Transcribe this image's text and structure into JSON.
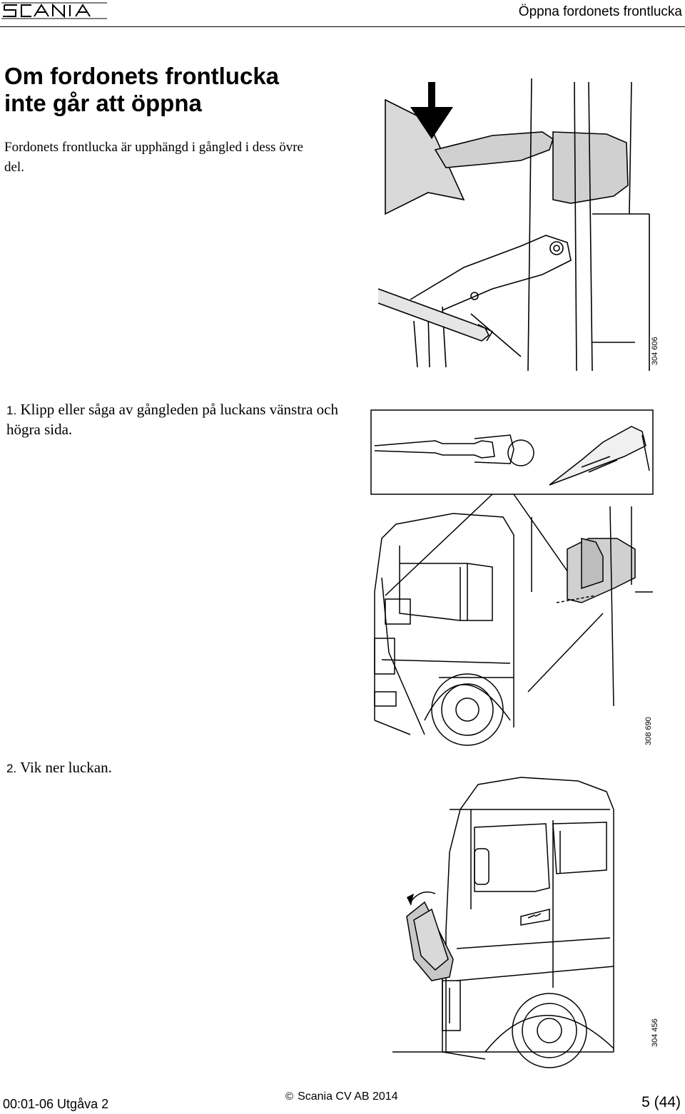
{
  "header": {
    "logo_text": "SCANIA",
    "section_title": "Öppna fordonets frontlucka"
  },
  "main": {
    "title_line1": "Om fordonets frontlucka",
    "title_line2": "inte går att öppna",
    "intro": "Fordonets frontlucka är upphängd i gångled i dess övre del."
  },
  "steps": [
    {
      "number": "1.",
      "text": "Klipp eller såga av gångleden på luckans vänstra och högra sida."
    },
    {
      "number": "2.",
      "text": "Vik ner luckan."
    }
  ],
  "figures": {
    "fig1_ref": "304 606",
    "fig2_ref": "308 690",
    "fig3_ref": "304 456"
  },
  "footer": {
    "doc_id": "00:01-06 Utgåva 2",
    "copyright_symbol": "©",
    "copyright": "Scania CV AB 2014",
    "page": "5 (44)"
  }
}
